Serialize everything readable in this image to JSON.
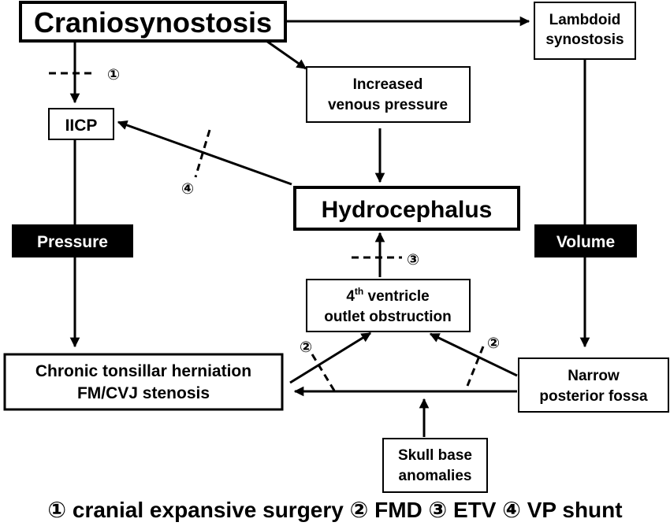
{
  "nodes": {
    "craniosynostosis": "Craniosynostosis",
    "lambdoid_line1": "Lambdoid",
    "lambdoid_line2": "synostosis",
    "iicp": "IICP",
    "venous_line1": "Increased",
    "venous_line2": "venous pressure",
    "hydrocephalus": "Hydrocephalus",
    "pressure": "Pressure",
    "volume": "Volume",
    "ventricle_line1_base": "4",
    "ventricle_line1_sup": "th",
    "ventricle_line1_rest": " ventricle",
    "ventricle_line2": "outlet obstruction",
    "herniation_line1": "Chronic tonsillar herniation",
    "herniation_line2": "FM/CVJ stenosis",
    "fossa_line1": "Narrow",
    "fossa_line2": "posterior fossa",
    "skull_line1": "Skull base",
    "skull_line2": "anomalies"
  },
  "markers": {
    "m1": "①",
    "m2": "②",
    "m3": "③",
    "m4": "④"
  },
  "legend": "① cranial expansive surgery ② FMD ③ ETV ④ VP shunt"
}
